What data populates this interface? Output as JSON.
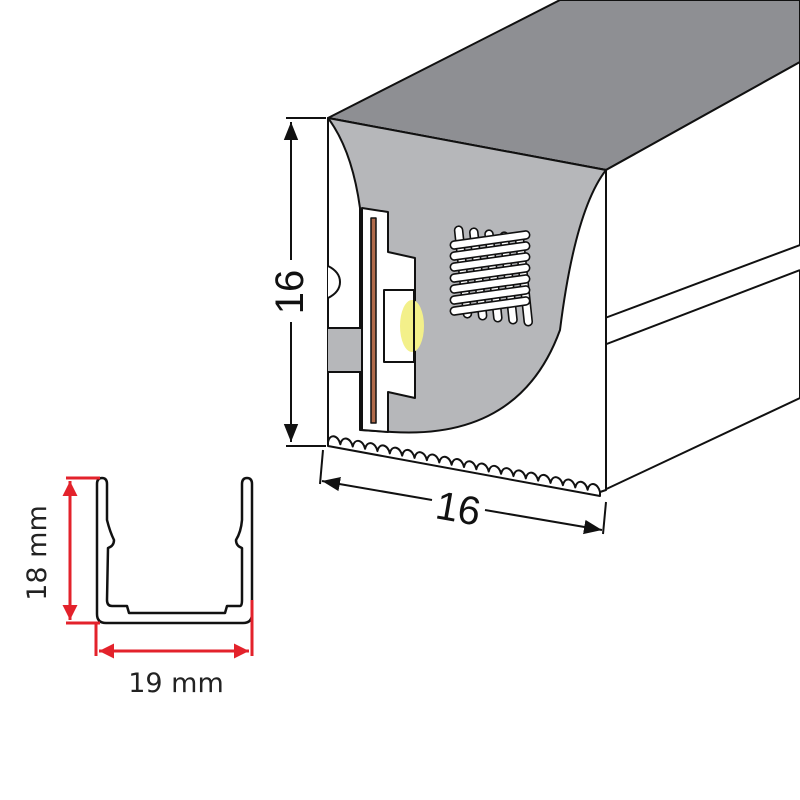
{
  "neon_profile": {
    "height_label": "16",
    "width_label": "16"
  },
  "channel_profile": {
    "height_label": "18 mm",
    "width_label": "19 mm"
  },
  "colors": {
    "top_face": "#8e8f93",
    "cut_face": "#b6b7ba",
    "copper": "#b06a4a",
    "led": "#f3f08a",
    "dimension_red": "#e3222b",
    "outline": "#111111"
  }
}
